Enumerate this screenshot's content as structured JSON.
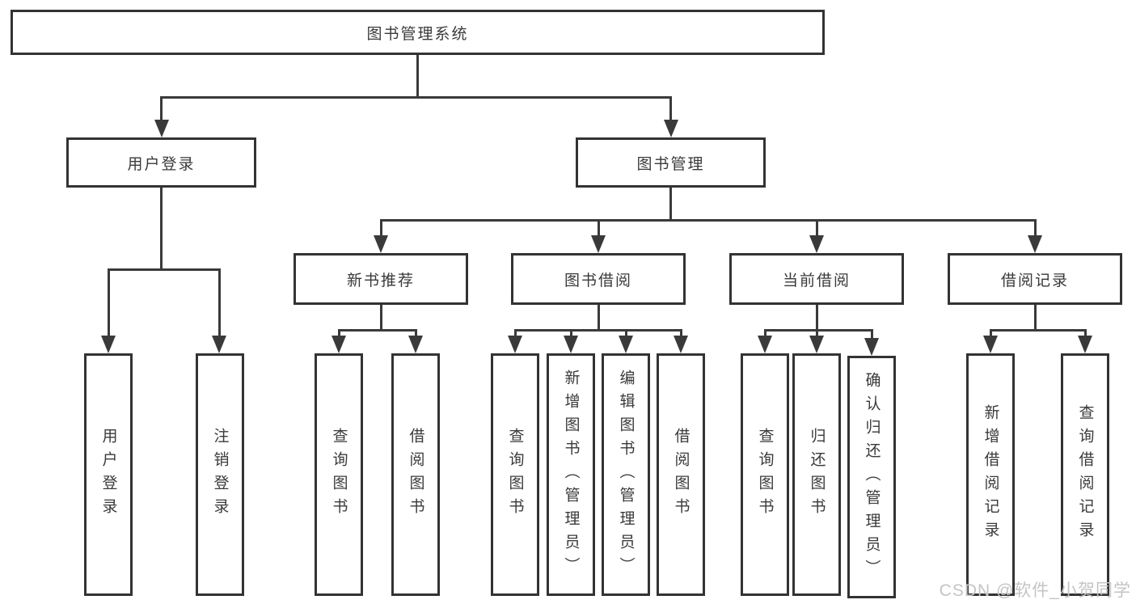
{
  "nodes": {
    "root": "图书管理系统",
    "level2": [
      "用户登录",
      "图书管理"
    ],
    "level3": [
      "新书推荐",
      "图书借阅",
      "当前借阅",
      "借阅记录"
    ],
    "user_login_children": [
      "用户登录",
      "注销登录"
    ],
    "new_book_children": [
      "查询图书",
      "借阅图书"
    ],
    "book_borrow_children": [
      "查询图书",
      "新增图书（管理员）",
      "编辑图书（管理员）",
      "借阅图书"
    ],
    "current_borrow_children": [
      "查询图书",
      "归还图书",
      "确认归还（管理员）"
    ],
    "borrow_record_children": [
      "新增借阅记录",
      "查询借阅记录"
    ]
  },
  "watermark": "CSDN @软件_小贺同学",
  "colors": {
    "line": "#3a3a3a",
    "box_border": "#333333",
    "text": "#3a3a3a",
    "watermark": "#c4c4c4",
    "background": "#ffffff"
  }
}
